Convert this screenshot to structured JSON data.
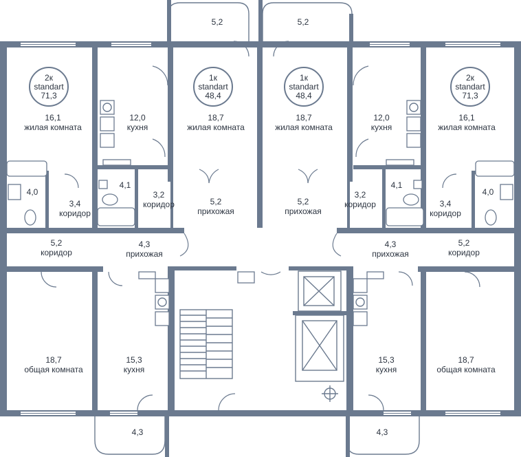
{
  "apartments": [
    {
      "rooms": "2к",
      "type": "standart",
      "area": "71,3"
    },
    {
      "rooms": "1к",
      "type": "standart",
      "area": "48,4"
    },
    {
      "rooms": "1к",
      "type": "standart",
      "area": "48,4"
    },
    {
      "rooms": "2к",
      "type": "standart",
      "area": "71,3"
    }
  ],
  "rooms": [
    {
      "area": "5,2",
      "name": ""
    },
    {
      "area": "5,2",
      "name": ""
    },
    {
      "area": "16,1",
      "name": "жилая комната"
    },
    {
      "area": "12,0",
      "name": "кухня"
    },
    {
      "area": "18,7",
      "name": "жилая комната"
    },
    {
      "area": "18,7",
      "name": "жилая комната"
    },
    {
      "area": "12,0",
      "name": "кухня"
    },
    {
      "area": "16,1",
      "name": "жилая комната"
    },
    {
      "area": "4,0",
      "name": ""
    },
    {
      "area": "3,4",
      "name": "коридор"
    },
    {
      "area": "4,1",
      "name": ""
    },
    {
      "area": "3,2",
      "name": "коридор"
    },
    {
      "area": "5,2",
      "name": "прихожая"
    },
    {
      "area": "5,2",
      "name": "прихожая"
    },
    {
      "area": "3,2",
      "name": "коридор"
    },
    {
      "area": "4,1",
      "name": ""
    },
    {
      "area": "3,4",
      "name": "коридор"
    },
    {
      "area": "4,0",
      "name": ""
    },
    {
      "area": "5,2",
      "name": "коридор"
    },
    {
      "area": "4,3",
      "name": "прихожая"
    },
    {
      "area": "4,3",
      "name": "прихожая"
    },
    {
      "area": "5,2",
      "name": "коридор"
    },
    {
      "area": "18,7",
      "name": "общая комната"
    },
    {
      "area": "15,3",
      "name": "кухня"
    },
    {
      "area": "15,3",
      "name": "кухня"
    },
    {
      "area": "18,7",
      "name": "общая комната"
    },
    {
      "area": "4,3",
      "name": ""
    },
    {
      "area": "4,3",
      "name": ""
    }
  ]
}
